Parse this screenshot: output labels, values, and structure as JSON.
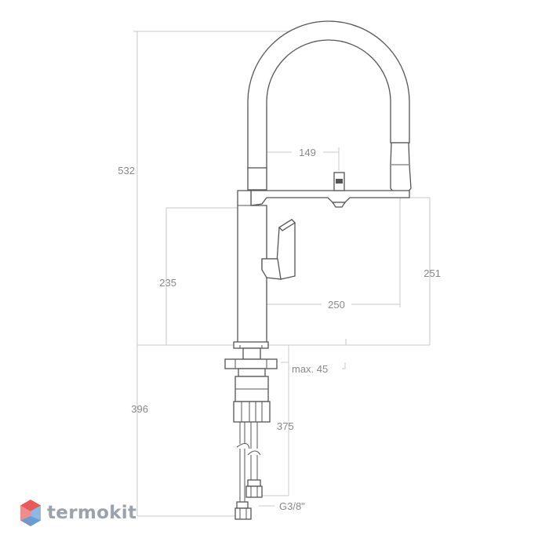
{
  "dimensions": {
    "total_height": "532",
    "spout_reach_upper": "149",
    "handle_height": "235",
    "spout_reach": "250",
    "spout_height": "251",
    "max_counter_thickness": "max. 45",
    "below_counter": "396",
    "hose_length": "375",
    "connection_thread": "G3/8\""
  },
  "brand": {
    "name": "termokit"
  },
  "colors": {
    "line": "#555555",
    "dimension_line": "#c9c9c9",
    "label": "#888888",
    "brand_text": "#9aa3ad",
    "logo_red": "#e85a5a",
    "logo_blue": "#5b9bd5"
  }
}
